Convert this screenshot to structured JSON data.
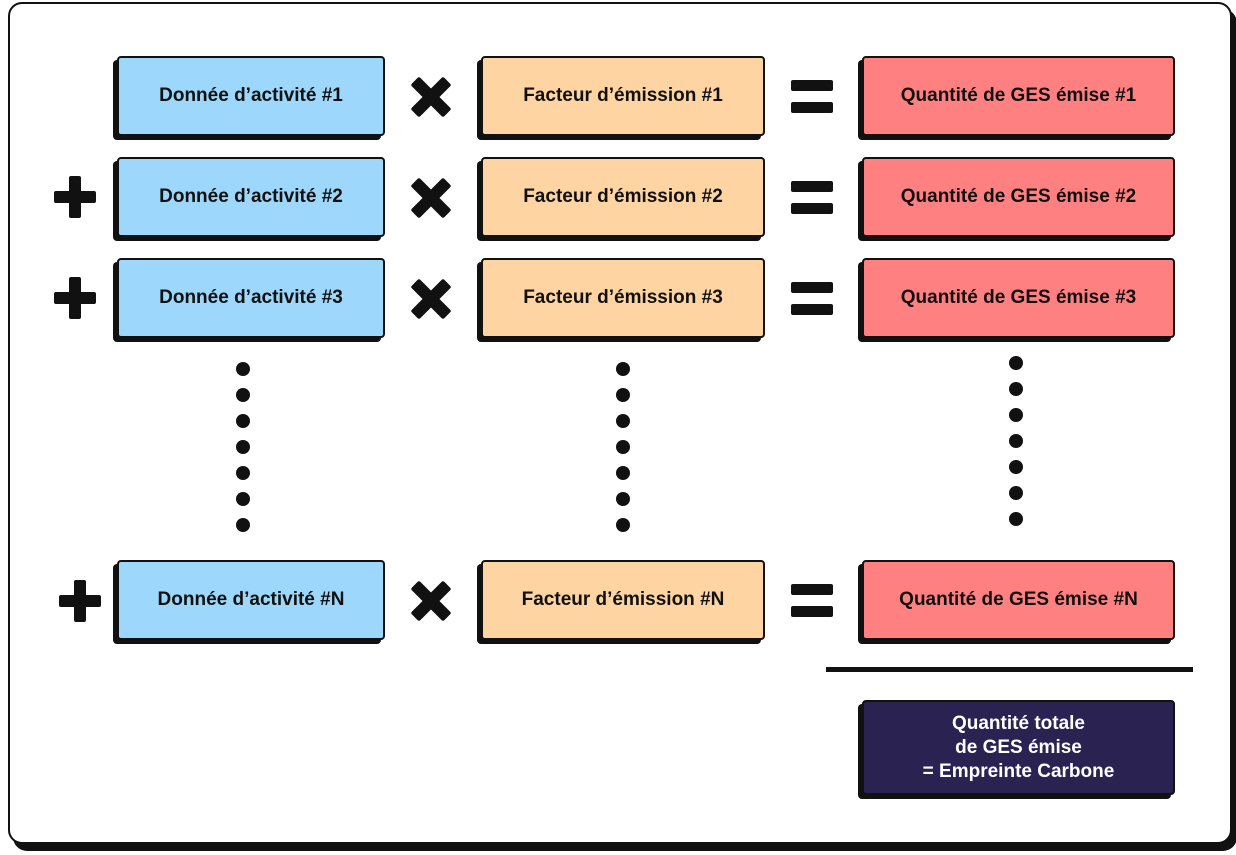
{
  "rows": [
    {
      "activity": "Donnée d’activité #1",
      "factor": "Facteur d’émission #1",
      "quantity": "Quantité de GES émise #1"
    },
    {
      "activity": "Donnée d’activité #2",
      "factor": "Facteur d’émission #2",
      "quantity": "Quantité de GES émise #2"
    },
    {
      "activity": "Donnée d’activité #3",
      "factor": "Facteur d’émission #3",
      "quantity": "Quantité de GES émise #3"
    },
    {
      "activity": "Donnée d’activité #N",
      "factor": "Facteur d’émission #N",
      "quantity": "Quantité de GES émise #N"
    }
  ],
  "total": {
    "lines": [
      "Quantité totale",
      "de GES émise",
      "= Empreinte Carbone"
    ]
  },
  "colors": {
    "activity": "#9dd7fb",
    "factor": "#fdd4a2",
    "quantity": "#ff8080",
    "total": "#2a2250",
    "ink": "#111111"
  }
}
